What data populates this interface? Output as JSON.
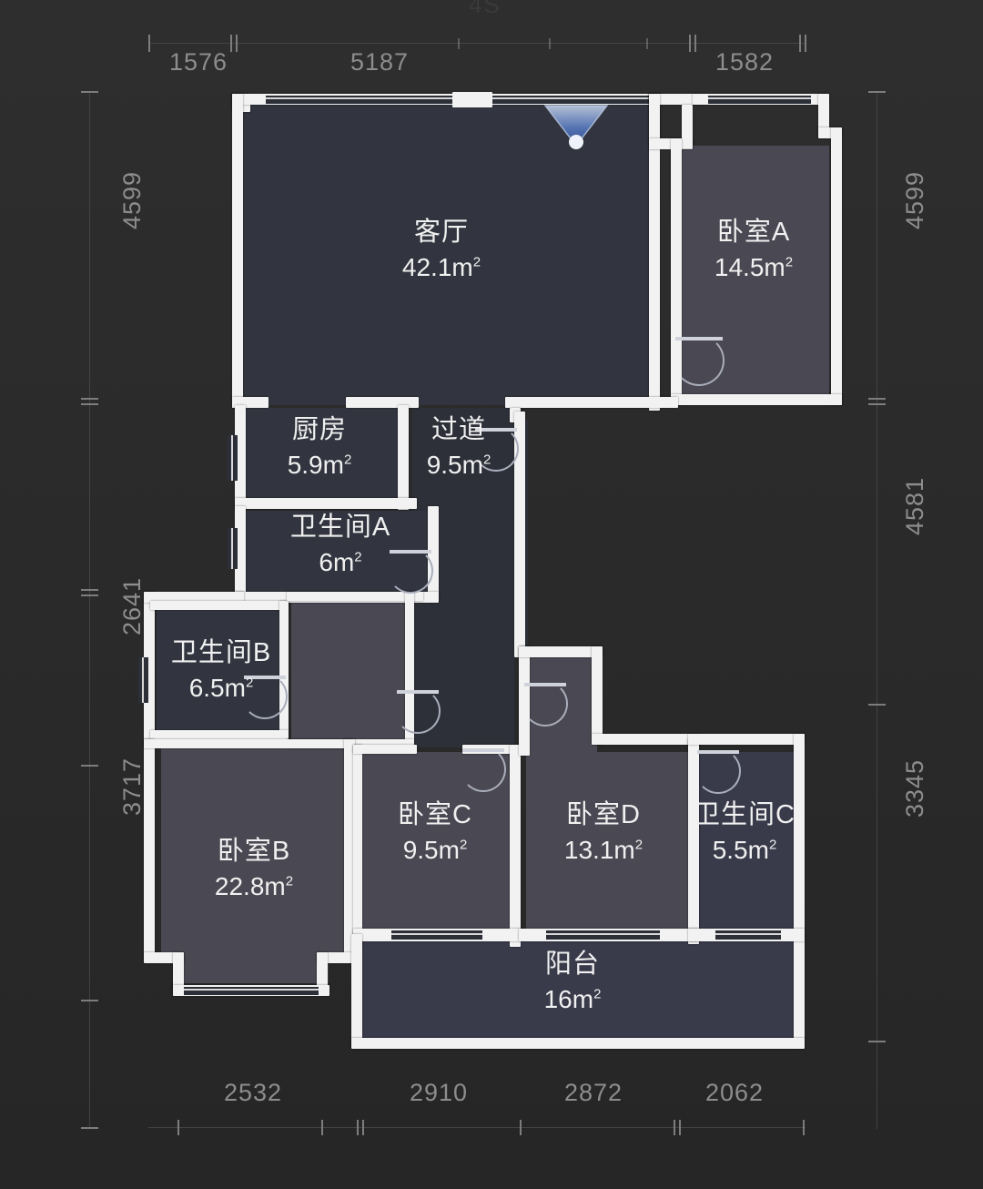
{
  "plan": {
    "title_partial": "4S",
    "unit": "m²",
    "viewpoint_icon": "camera-cone-icon",
    "colors": {
      "background": "#2b2b2b",
      "wall": "#f2f2f2",
      "room_dark_blue": "#32353f",
      "room_gray": "#4a4852",
      "room_navy": "#393a4a",
      "label_text": "#f0f0f0",
      "dimension_text": "#8d8d8d",
      "door_arc": "#a9adbb",
      "cone_accent": "#5b7fc7"
    },
    "rooms": [
      {
        "id": "living",
        "name": "客厅",
        "area": "42.1",
        "unit": "m²"
      },
      {
        "id": "bedroom_a",
        "name": "卧室A",
        "area": "14.5",
        "unit": "m²"
      },
      {
        "id": "kitchen",
        "name": "厨房",
        "area": "5.9",
        "unit": "m²"
      },
      {
        "id": "hallway",
        "name": "过道",
        "area": "9.5",
        "unit": "m²"
      },
      {
        "id": "bath_a",
        "name": "卫生间A",
        "area": "6",
        "unit": "m²"
      },
      {
        "id": "bath_b",
        "name": "卫生间B",
        "area": "6.5",
        "unit": "m²"
      },
      {
        "id": "bedroom_b",
        "name": "卧室B",
        "area": "22.8",
        "unit": "m²"
      },
      {
        "id": "bedroom_c",
        "name": "卧室C",
        "area": "9.5",
        "unit": "m²"
      },
      {
        "id": "bedroom_d",
        "name": "卧室D",
        "area": "13.1",
        "unit": "m²"
      },
      {
        "id": "bath_c",
        "name": "卫生间C",
        "area": "5.5",
        "unit": "m²"
      },
      {
        "id": "balcony",
        "name": "阳台",
        "area": "16",
        "unit": "m²"
      }
    ],
    "dimensions": {
      "top": [
        "1576",
        "5187",
        "1582"
      ],
      "bottom": [
        "2532",
        "2910",
        "2872",
        "2062"
      ],
      "left": [
        "4599",
        "2641",
        "3717"
      ],
      "right": [
        "4599",
        "4581",
        "3345"
      ]
    }
  }
}
